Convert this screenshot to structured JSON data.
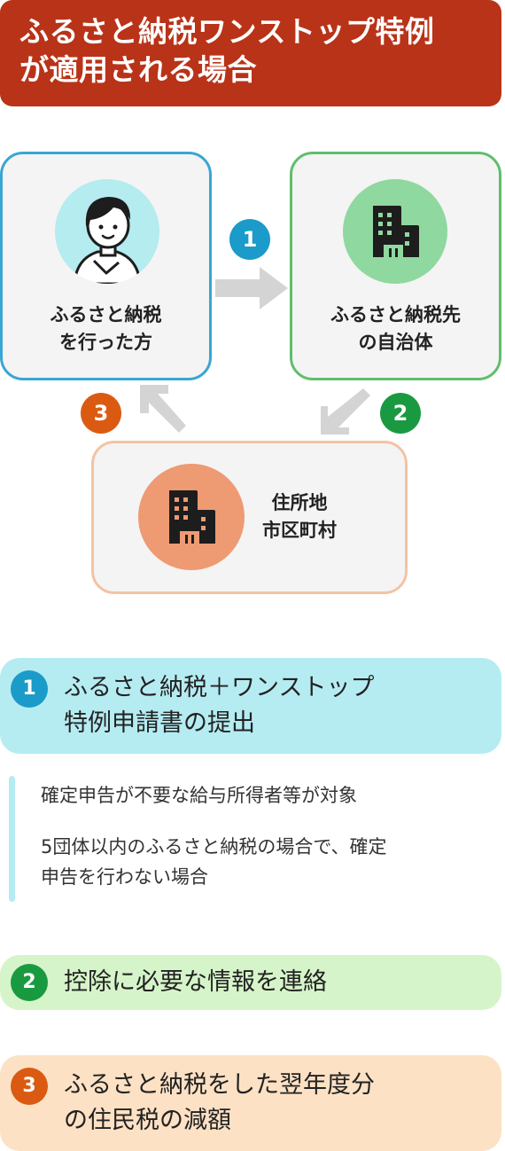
{
  "title": {
    "line1": "ふるさと納税ワンストップ特例",
    "line2": "が適用される場合"
  },
  "nodes": {
    "taxpayer": {
      "line1": "ふるさと納税",
      "line2": "を行った方",
      "icon": "person-icon",
      "color": "#38a6d4"
    },
    "destination": {
      "line1": "ふるさと納税先",
      "line2": "の自治体",
      "icon": "building-icon",
      "color": "#5fbe6d"
    },
    "resident_municipality": {
      "line1": "住所地",
      "line2": "市区町村",
      "icon": "building-icon",
      "color": "#f3c3a4"
    }
  },
  "flow_numbers": {
    "step1": "1",
    "step2": "2",
    "step3": "3"
  },
  "steps": [
    {
      "number": "1",
      "line1": "ふるさと納税＋ワンストップ",
      "line2": "特例申請書の提出",
      "color": "#b5ecf2"
    },
    {
      "number": "2",
      "line1": "控除に必要な情報を連絡",
      "color": "#d6f4c9"
    },
    {
      "number": "3",
      "line1": "ふるさと納税をした翌年度分",
      "line2": "の住民税の減額",
      "color": "#fde1c4"
    }
  ],
  "notes": [
    {
      "line1": "確定申告が不要な給与所得者等が対象"
    },
    {
      "line1": "5団体以内のふるさと納税の場合で、確定",
      "line2": "申告を行わない場合"
    }
  ]
}
